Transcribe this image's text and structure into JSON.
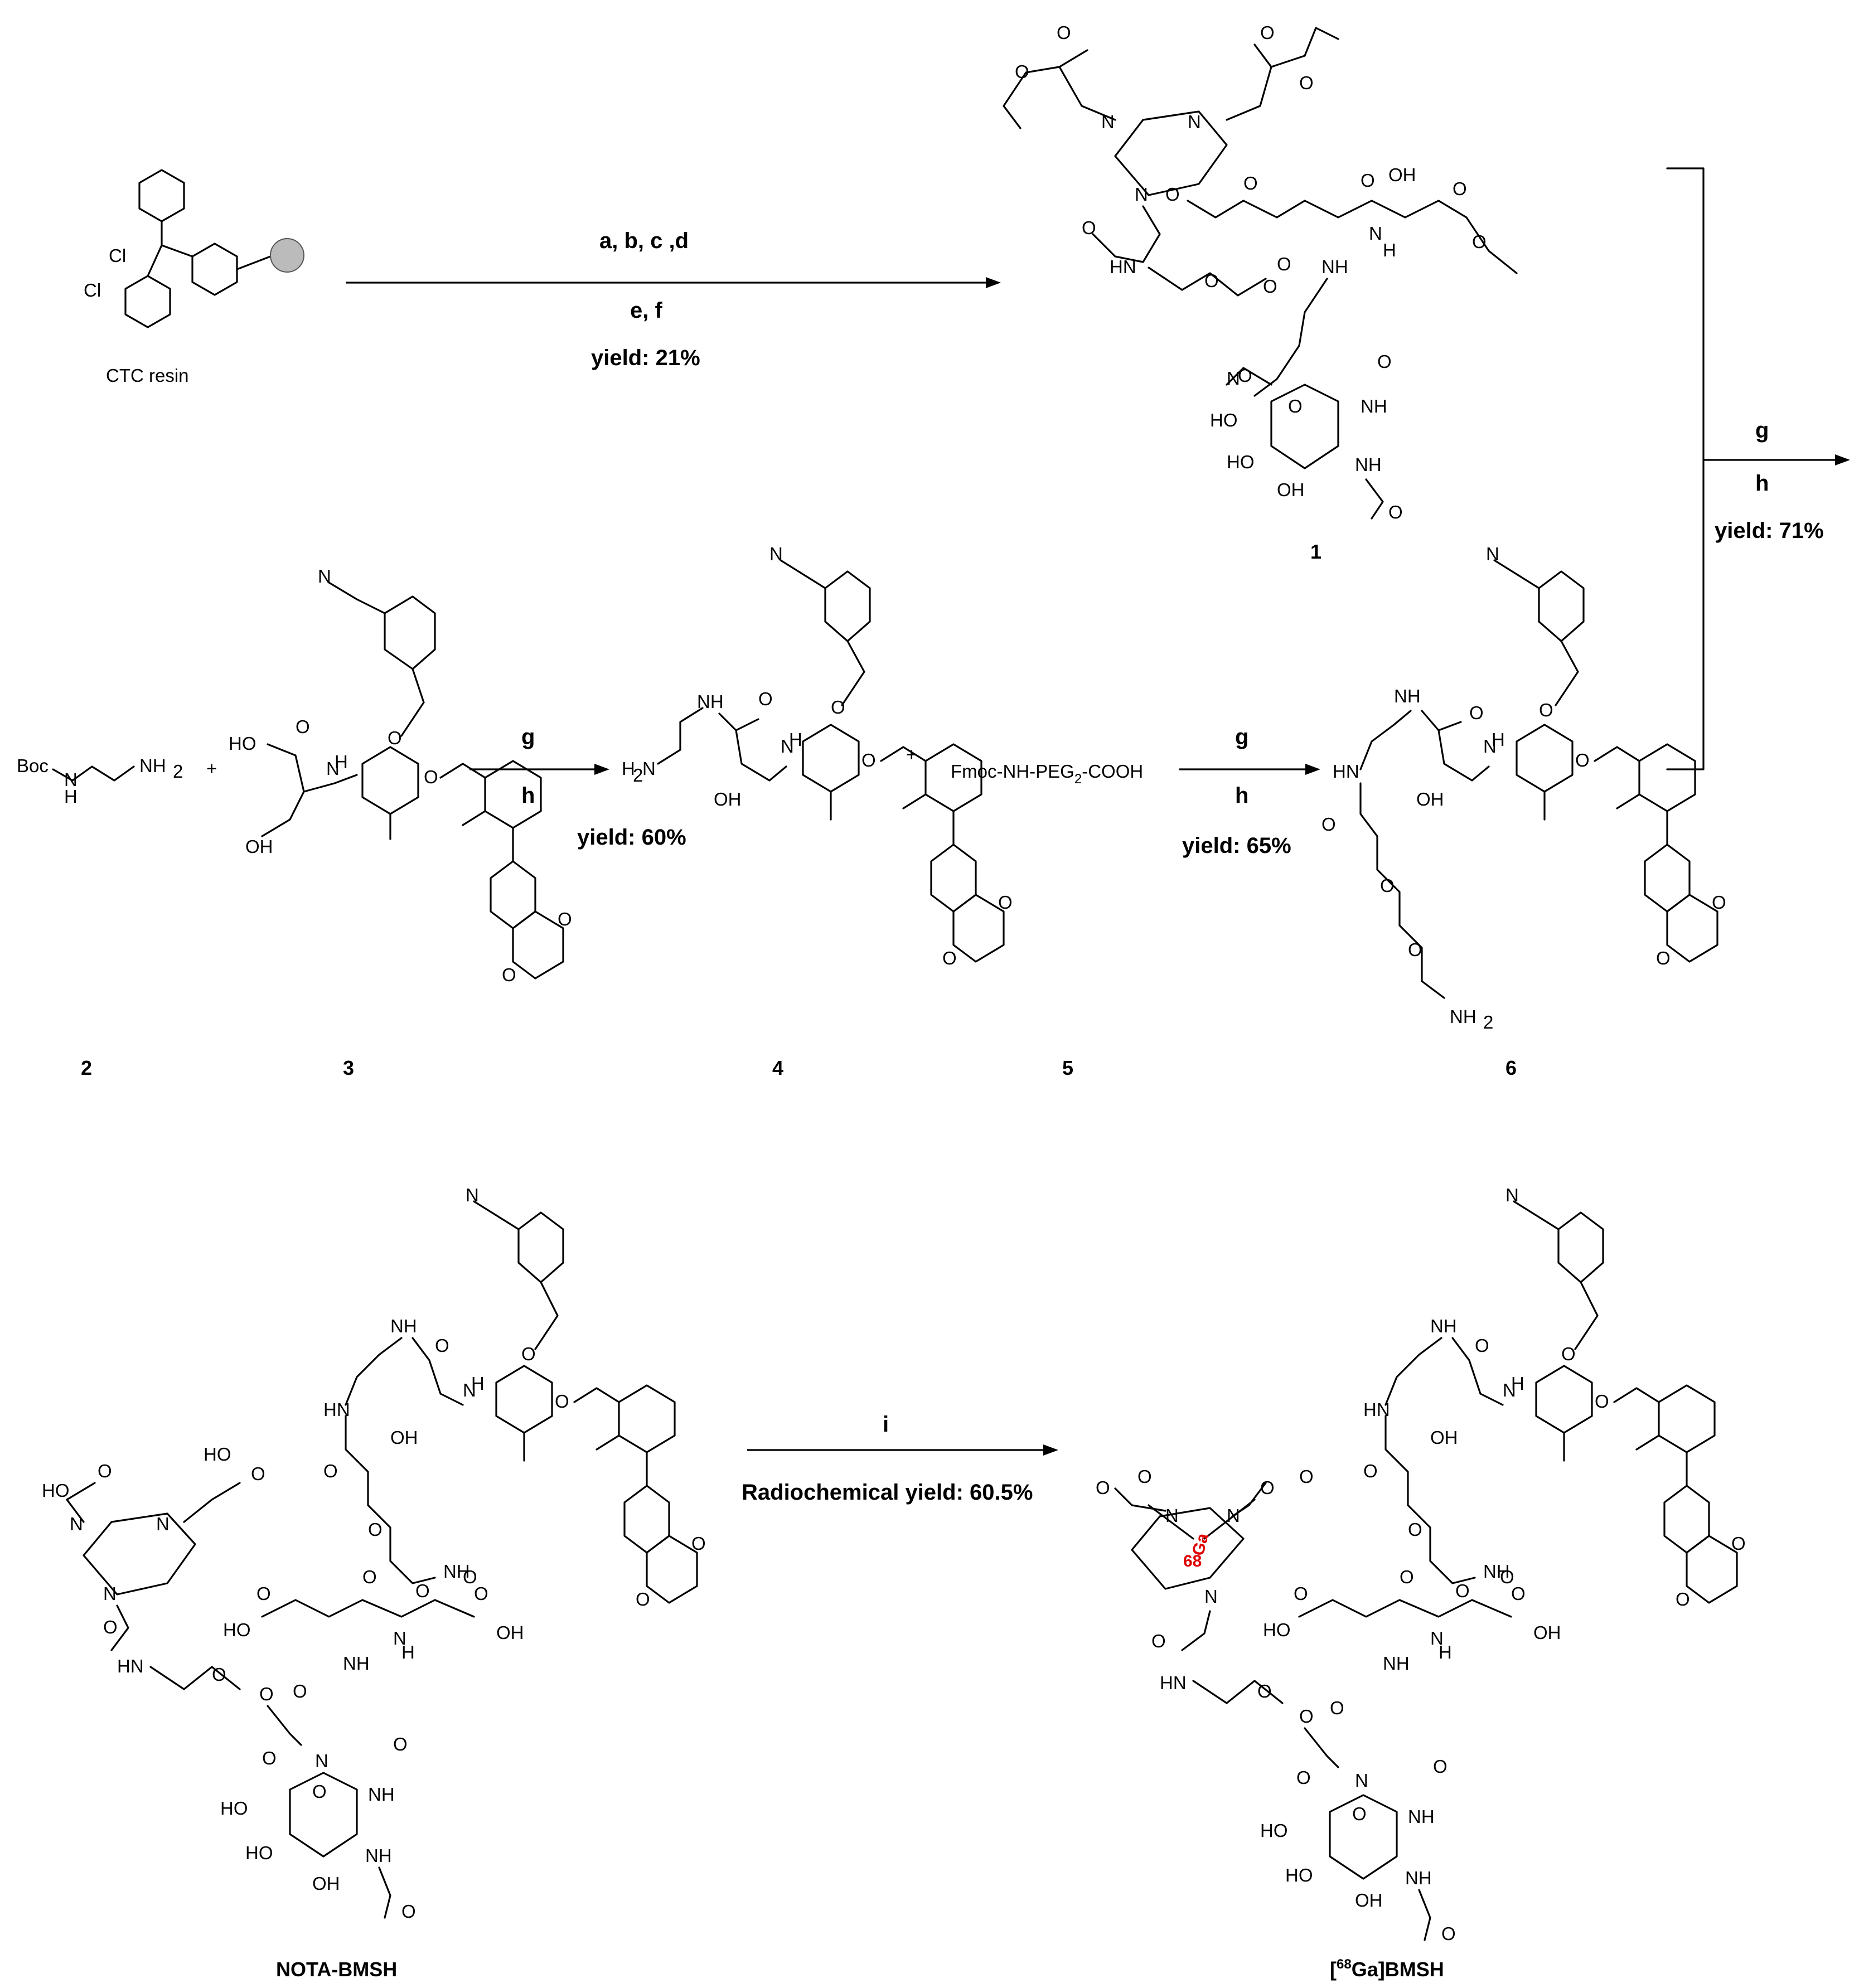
{
  "reagents": {
    "ctc_resin": "CTC resin",
    "cl_top": "Cl",
    "cl_left": "Cl",
    "boc": "Boc",
    "fmoc_peg": "Fmoc-NH-PEG",
    "fmoc_peg_sub": "2",
    "fmoc_peg_tail": "-COOH"
  },
  "steps": {
    "step1_line1": "a, b, c ,d",
    "step1_line2": "e, f",
    "step1_yield": "yield: 21%",
    "step2_g": "g",
    "step2_h": "h",
    "step2_yield": "yield: 60%",
    "step3_g": "g",
    "step3_h": "h",
    "step3_yield": "yield: 65%",
    "step4_g": "g",
    "step4_h": "h",
    "step4_yield": "yield: 71%",
    "step5_i": "i",
    "step5_yield": "Radiochemical yield: 60.5%"
  },
  "compounds": {
    "c1": "1",
    "c2": "2",
    "c3": "3",
    "c4": "4",
    "c5": "5",
    "c6": "6",
    "nota": "NOTA-BMSH",
    "ga_prefix": "[",
    "ga_sup": "68",
    "ga_suffix": "Ga]BMSH"
  },
  "atoms": {
    "ga_label": "Ga",
    "ga_mass": "68",
    "plus": "+"
  }
}
